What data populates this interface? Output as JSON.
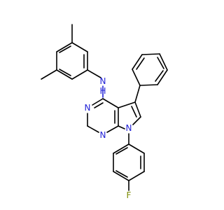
{
  "molecule": {
    "atom_labels": {
      "amine_n": "N",
      "amine_h": "H",
      "ring_n3": "N",
      "ring_n1": "N",
      "pyrrole_n": "N",
      "fluorine": "F"
    },
    "colors": {
      "bond": "#000000",
      "nitrogen": "#1f1fd6",
      "fluorine": "#7a8a00",
      "background": "#ffffff"
    }
  }
}
